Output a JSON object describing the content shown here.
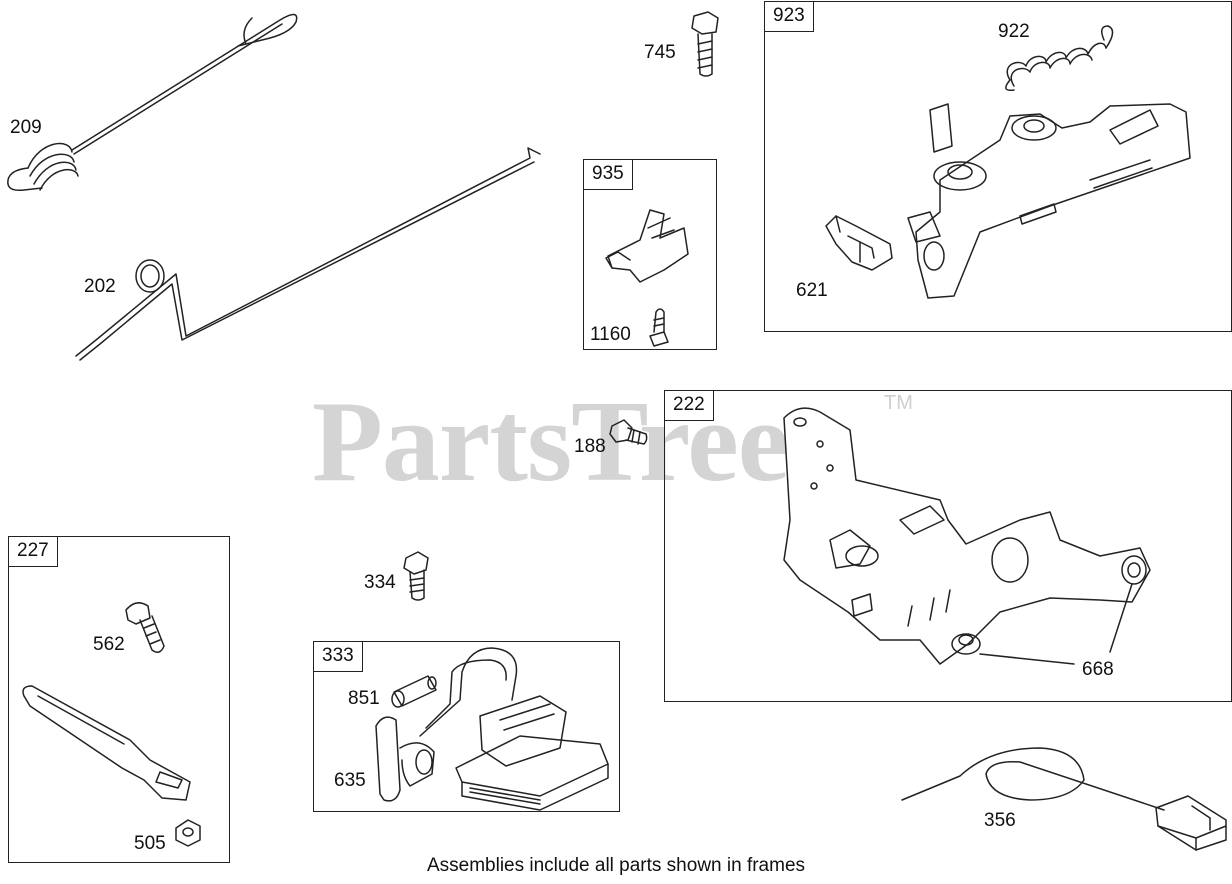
{
  "watermark": {
    "text": "PartsTree",
    "trademark": "TM"
  },
  "caption": "Assemblies include all parts shown in frames",
  "frames": {
    "f923": "923",
    "f935": "935",
    "f222": "222",
    "f227": "227",
    "f333": "333"
  },
  "labels": {
    "p209": "209",
    "p202": "202",
    "p745": "745",
    "p922": "922",
    "p621": "621",
    "p1160": "1160",
    "p188": "188",
    "p334": "334",
    "p562": "562",
    "p505": "505",
    "p851": "851",
    "p635": "635",
    "p668": "668",
    "p356": "356"
  }
}
